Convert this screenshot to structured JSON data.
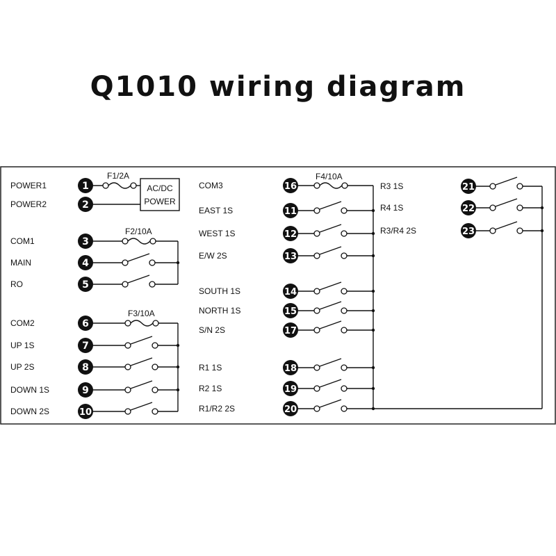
{
  "title": "Q1010 wiring diagram",
  "fuses": {
    "f1": "F1/2A",
    "f2": "F2/10A",
    "f3": "F3/10A",
    "f4": "F4/10A"
  },
  "power_box": {
    "line1": "AC/DC",
    "line2": "POWER"
  },
  "left": [
    {
      "n": "1",
      "label": "POWER1"
    },
    {
      "n": "2",
      "label": "POWER2"
    },
    {
      "n": "3",
      "label": "COM1"
    },
    {
      "n": "4",
      "label": "MAIN"
    },
    {
      "n": "5",
      "label": "RO"
    },
    {
      "n": "6",
      "label": "COM2"
    },
    {
      "n": "7",
      "label": "UP 1S"
    },
    {
      "n": "8",
      "label": "UP 2S"
    },
    {
      "n": "9",
      "label": "DOWN 1S"
    },
    {
      "n": "10",
      "label": "DOWN 2S"
    }
  ],
  "middle": [
    {
      "n": "16",
      "label": "COM3"
    },
    {
      "n": "11",
      "label": "EAST 1S"
    },
    {
      "n": "12",
      "label": "WEST 1S"
    },
    {
      "n": "13",
      "label": "E/W 2S"
    },
    {
      "n": "14",
      "label": "SOUTH 1S"
    },
    {
      "n": "15",
      "label": "NORTH 1S"
    },
    {
      "n": "17",
      "label": "S/N 2S"
    },
    {
      "n": "18",
      "label": "R1 1S"
    },
    {
      "n": "19",
      "label": "R2 1S"
    },
    {
      "n": "20",
      "label": "R1/R2 2S"
    }
  ],
  "right_labels": [
    "R3 1S",
    "R4 1S",
    "R3/R4 2S"
  ],
  "right_terms": [
    "21",
    "22",
    "23"
  ]
}
